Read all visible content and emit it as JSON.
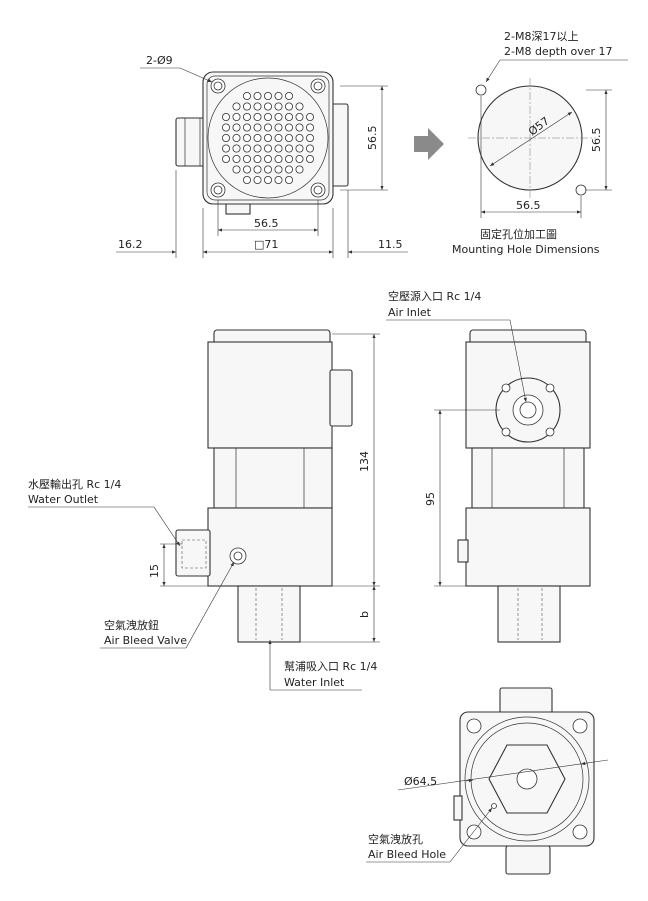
{
  "top_view": {
    "hole_note": "2-Ø9",
    "dims": {
      "pitch_h": "56.5",
      "pitch_v": "56.5",
      "square": "□71",
      "left": "16.2",
      "right": "11.5"
    }
  },
  "mounting": {
    "note_zh": "2-M8深17以上",
    "note_en": "2-M8 depth over 17",
    "diameter": "Ø57",
    "dim_h": "56.5",
    "dim_v": "56.5",
    "title_zh": "固定孔位加工圖",
    "title_en": "Mounting Hole Dimensions"
  },
  "front_view": {
    "water_outlet_zh": "水壓輸出孔 Rc 1/4",
    "water_outlet_en": "Water Outlet",
    "bleed_valve_zh": "空氣洩放鈕",
    "bleed_valve_en": "Air Bleed Valve",
    "water_inlet_zh": "幫浦吸入口 Rc 1/4",
    "water_inlet_en": "Water Inlet",
    "dim_height": "134",
    "dim_outlet": "15",
    "dim_b": "b"
  },
  "side_view": {
    "air_inlet_zh": "空壓源入口 Rc 1/4",
    "air_inlet_en": "Air Inlet",
    "dim_height": "95"
  },
  "bottom_view": {
    "diameter": "Ø64.5",
    "bleed_hole_zh": "空氣洩放孔",
    "bleed_hole_en": "Air Bleed Hole"
  }
}
